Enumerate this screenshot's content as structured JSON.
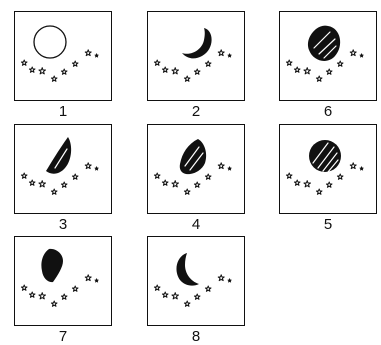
{
  "panels": [
    {
      "id": "p1",
      "label": "1",
      "moon": "full-outline"
    },
    {
      "id": "p2",
      "label": "2",
      "moon": "crescent-right"
    },
    {
      "id": "p6",
      "label": "6",
      "moon": "gibbous-diagonal"
    },
    {
      "id": "p3",
      "label": "3",
      "moon": "half-diagonal"
    },
    {
      "id": "p4",
      "label": "4",
      "moon": "gibbous-diagonal"
    },
    {
      "id": "p5",
      "label": "5",
      "moon": "full-dark"
    },
    {
      "id": "p7",
      "label": "7",
      "moon": "half-diagonal-dark"
    },
    {
      "id": "p8",
      "label": "8",
      "moon": "crescent-left"
    }
  ],
  "icons": {
    "stars": "star-icon",
    "moon": "moon-icon"
  },
  "colors": {
    "ink": "#111111",
    "paper": "#ffffff"
  }
}
